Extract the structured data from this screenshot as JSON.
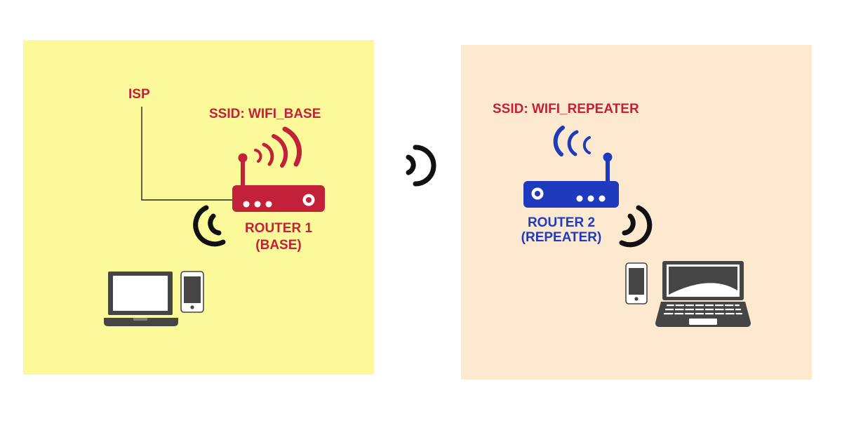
{
  "colors": {
    "panel_base": "#fcf99a",
    "panel_repeater": "#fde9d0",
    "router_base": "#c3203a",
    "router_repeater": "#1f3bbd",
    "device": "#454545",
    "signal": "#111111"
  },
  "base": {
    "isp_label": "ISP",
    "ssid_label": "SSID: WIFI_BASE",
    "router_name": "ROUTER 1",
    "router_role": "(BASE)"
  },
  "repeater": {
    "ssid_label": "SSID: WIFI_REPEATER",
    "router_name": "ROUTER 2",
    "router_role": "(REPEATER)"
  },
  "icons": [
    "router-icon",
    "wifi-signal-icon",
    "laptop-icon",
    "smartphone-icon"
  ]
}
